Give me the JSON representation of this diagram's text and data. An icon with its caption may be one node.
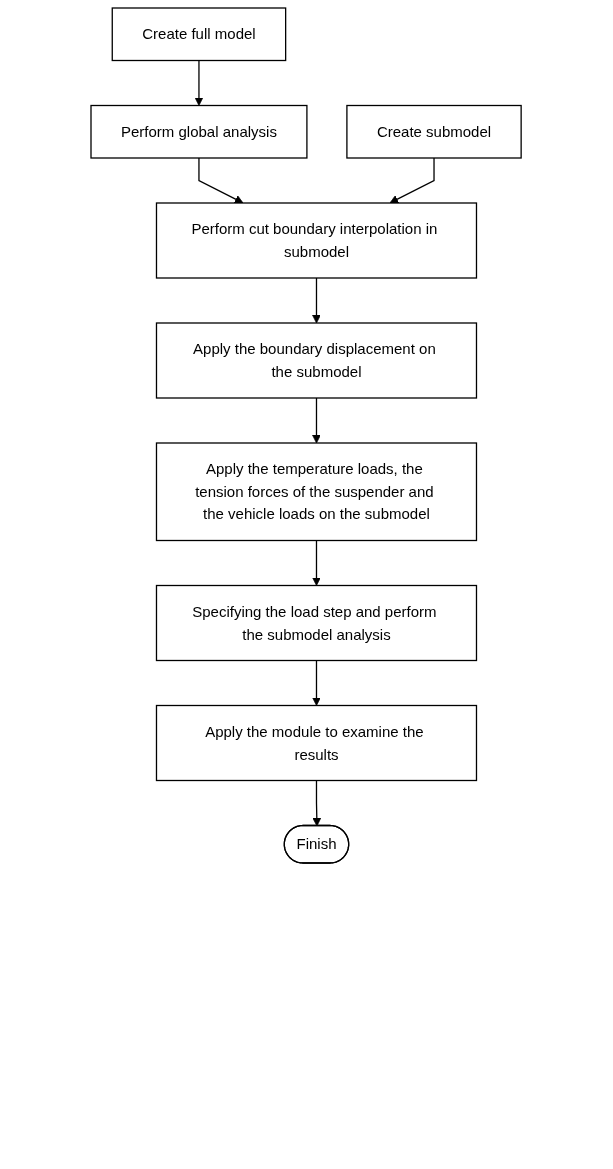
{
  "diagram": {
    "nodes": [
      {
        "text": [
          "Create full model"
        ]
      },
      {
        "text": [
          "Perform global analysis"
        ]
      },
      {
        "text": [
          "Create submodel"
        ]
      },
      {
        "text": [
          "Perform cut boundary interpolation in submodel"
        ]
      },
      {
        "text": [
          "Apply the boundary displacement on the submodel"
        ]
      },
      {
        "text": [
          "Apply the temperature loads, the tension forces of the suspender and the vehicle loads on the submodel"
        ]
      },
      {
        "text": [
          "Specifying the load step and perform the submodel analysis"
        ]
      },
      {
        "text": [
          "Apply the module to examine the results"
        ]
      },
      {
        "text": [
          "Finish"
        ]
      }
    ],
    "edges": [
      {
        "from": 0,
        "to": 1,
        "arrow": "to"
      },
      {
        "from": 1,
        "to": 3,
        "arrow": "to"
      },
      {
        "from": 2,
        "to": 3,
        "arrow": "to"
      },
      {
        "from": 3,
        "to": 4,
        "arrow": "to"
      },
      {
        "from": 4,
        "to": 5,
        "arrow": "to"
      },
      {
        "from": 5,
        "to": 6,
        "arrow": "to"
      },
      {
        "from": 6,
        "to": 7,
        "arrow": "to"
      },
      {
        "from": 7,
        "to": 8,
        "arrow": "to"
      }
    ]
  }
}
